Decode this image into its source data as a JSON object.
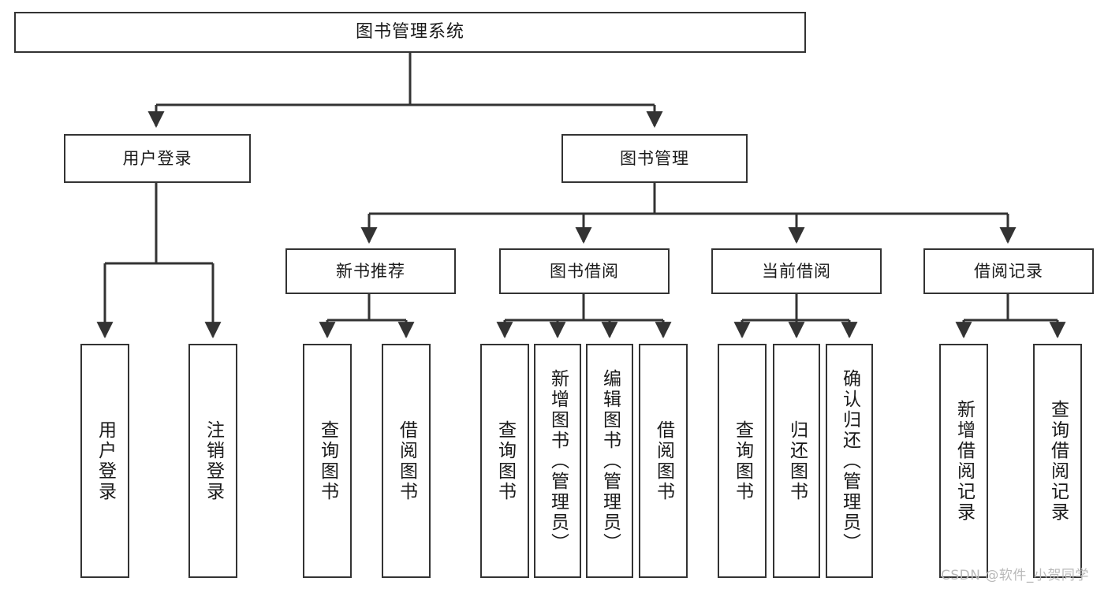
{
  "diagram": {
    "title": "图书管理系统",
    "type": "tree-hierarchy-chart",
    "orientation": "top-down",
    "colors": {
      "background": "#ffffff",
      "node_border": "#333333",
      "node_fill": "#ffffff",
      "edge": "#333333",
      "text": "#1a1a1a",
      "watermark": "#b9b9b9"
    }
  },
  "nodes": {
    "root": {
      "label": "图书管理系统",
      "level": 0
    },
    "level1": [
      {
        "id": "user-login",
        "label": "用户登录",
        "level": 1
      },
      {
        "id": "book-management",
        "label": "图书管理",
        "level": 1
      }
    ],
    "level2": [
      {
        "id": "new-book-recommend",
        "label": "新书推荐",
        "level": 2,
        "parent": "book-management"
      },
      {
        "id": "book-borrow",
        "label": "图书借阅",
        "level": 2,
        "parent": "book-management"
      },
      {
        "id": "current-borrow",
        "label": "当前借阅",
        "level": 2,
        "parent": "book-management"
      },
      {
        "id": "borrow-record",
        "label": "借阅记录",
        "level": 2,
        "parent": "book-management"
      }
    ],
    "leaves": [
      {
        "id": "leaf-user-login",
        "label": "用户登录",
        "parent": "user-login"
      },
      {
        "id": "leaf-logout-login",
        "label": "注销登录",
        "parent": "user-login"
      },
      {
        "id": "leaf-query-book-1",
        "label": "查询图书",
        "parent": "new-book-recommend"
      },
      {
        "id": "leaf-borrow-book-1",
        "label": "借阅图书",
        "parent": "new-book-recommend"
      },
      {
        "id": "leaf-query-book-2",
        "label": "查询图书",
        "parent": "book-borrow"
      },
      {
        "id": "leaf-add-book",
        "label": "新增图书（管理员）",
        "parent": "book-borrow"
      },
      {
        "id": "leaf-edit-book",
        "label": "编辑图书（管理员）",
        "parent": "book-borrow"
      },
      {
        "id": "leaf-borrow-book-2",
        "label": "借阅图书",
        "parent": "book-borrow"
      },
      {
        "id": "leaf-query-book-3",
        "label": "查询图书",
        "parent": "current-borrow"
      },
      {
        "id": "leaf-return-book",
        "label": "归还图书",
        "parent": "current-borrow"
      },
      {
        "id": "leaf-confirm-return",
        "label": "确认归还（管理员）",
        "parent": "current-borrow"
      },
      {
        "id": "leaf-add-record",
        "label": "新增借阅记录",
        "parent": "borrow-record"
      },
      {
        "id": "leaf-query-record",
        "label": "查询借阅记录",
        "parent": "borrow-record"
      }
    ]
  },
  "watermark": {
    "text": "CSDN @软件_小贺同学"
  }
}
